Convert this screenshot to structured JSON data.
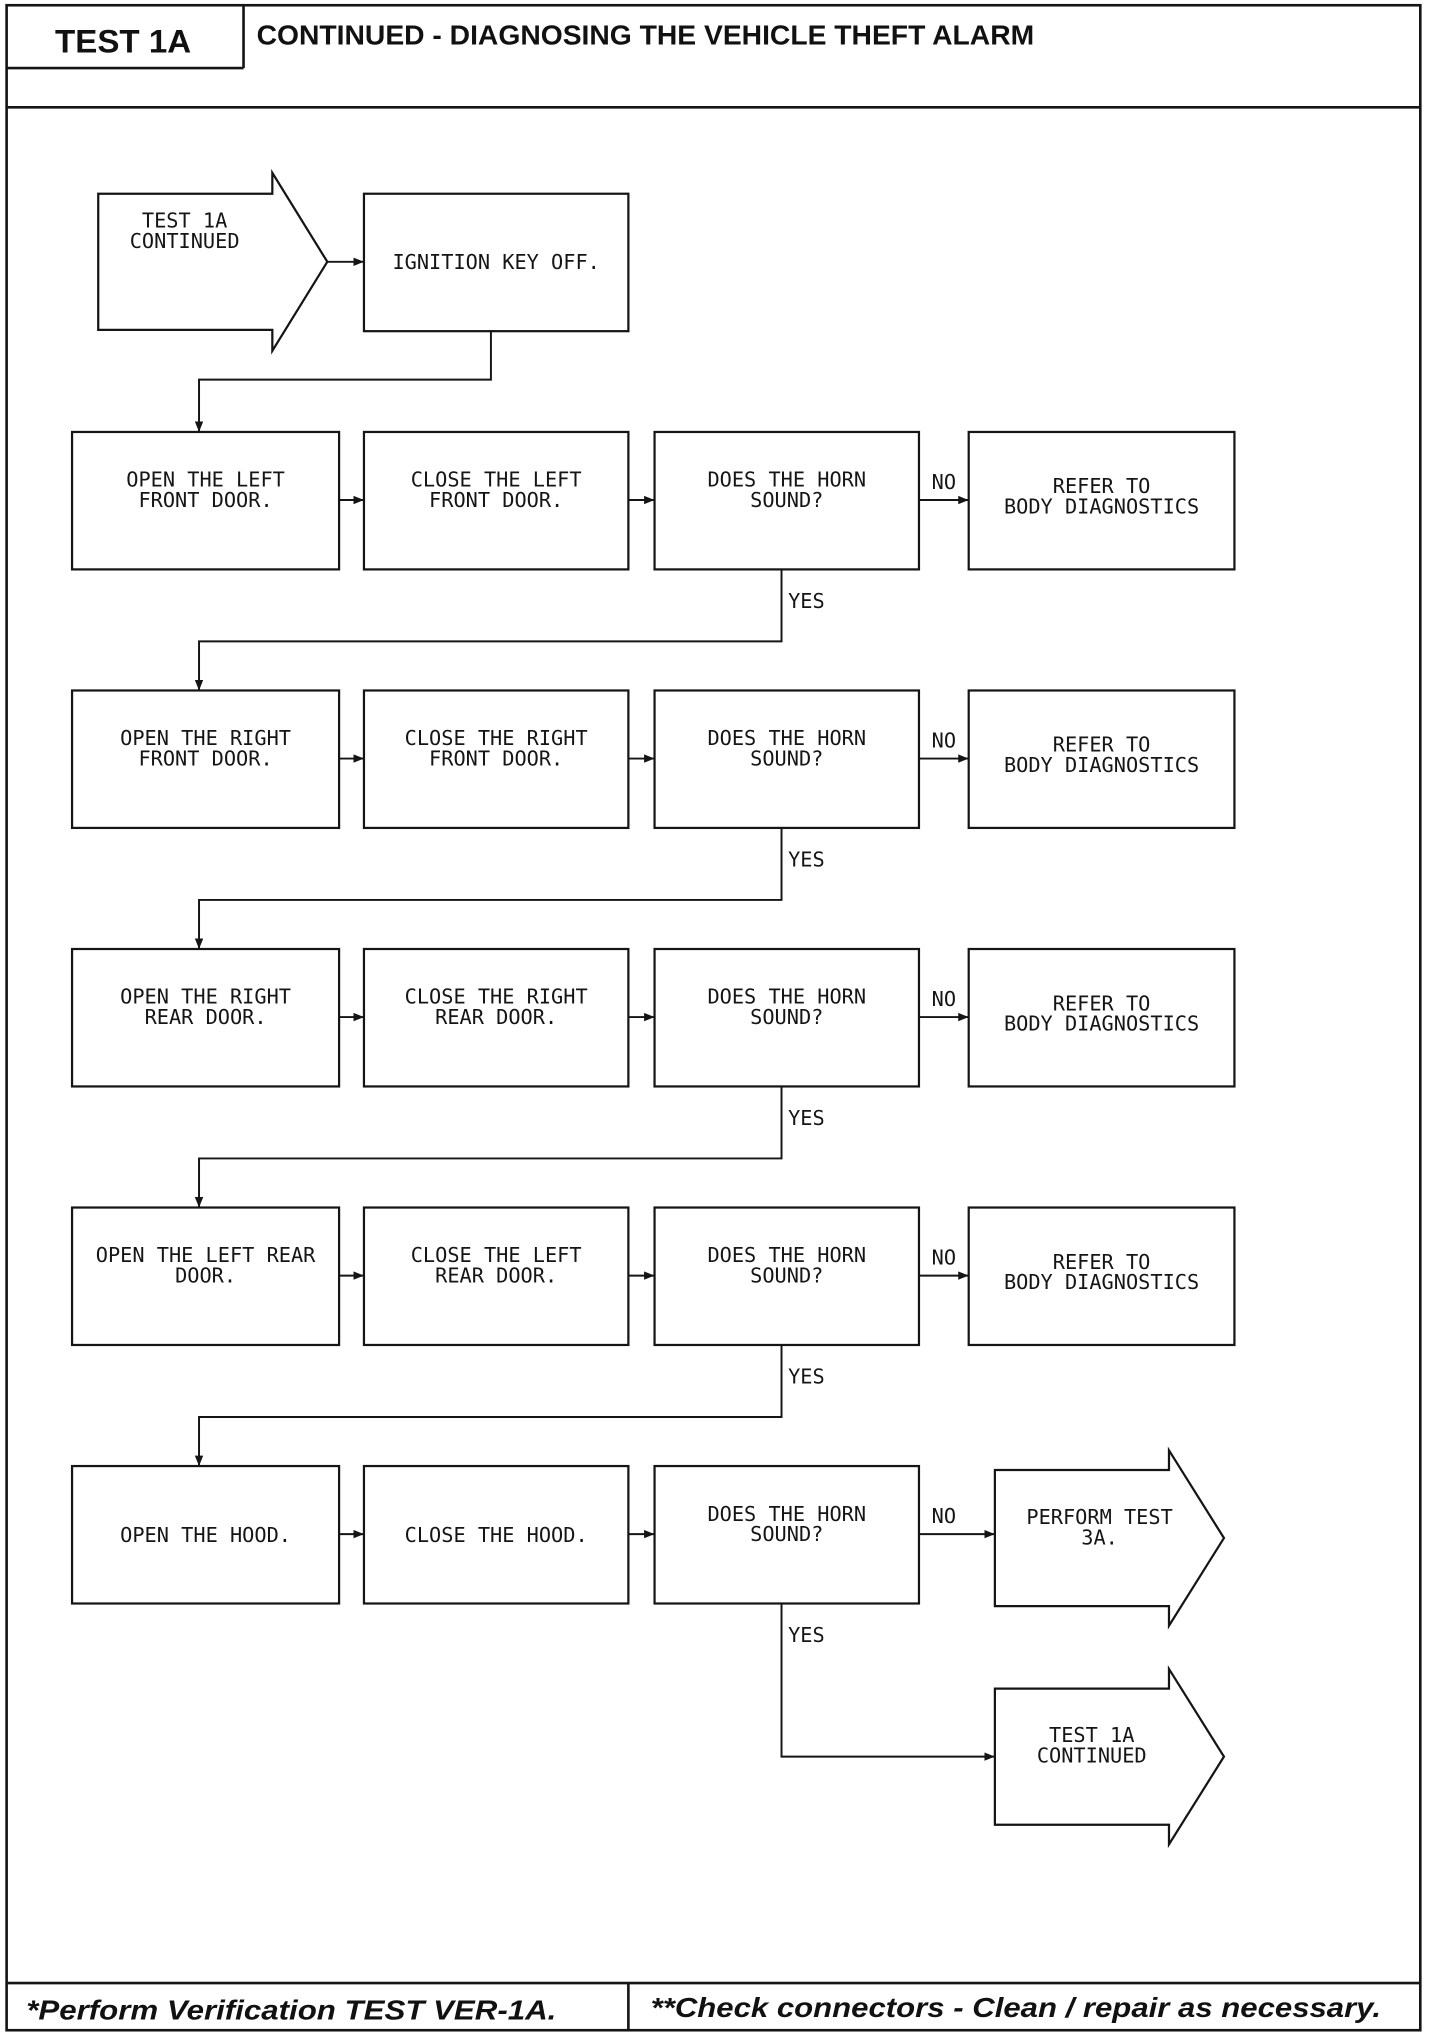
{
  "header": {
    "test_label": "TEST 1A",
    "title": "CONTINUED - DIAGNOSING THE VEHICLE THEFT ALARM"
  },
  "flowchart": {
    "start": [
      "TEST 1A",
      "CONTINUED"
    ],
    "first_step": [
      "IGNITION KEY OFF."
    ],
    "rows": [
      {
        "open": [
          "OPEN THE LEFT",
          "FRONT DOOR."
        ],
        "close": [
          "CLOSE THE LEFT",
          "FRONT DOOR."
        ],
        "question": [
          "DOES THE HORN",
          "SOUND?"
        ],
        "no_label": "NO",
        "no_result": [
          "REFER TO",
          "BODY DIAGNOSTICS"
        ],
        "yes_label": "YES"
      },
      {
        "open": [
          "OPEN THE RIGHT",
          "FRONT DOOR."
        ],
        "close": [
          "CLOSE THE RIGHT",
          "FRONT DOOR."
        ],
        "question": [
          "DOES THE HORN",
          "SOUND?"
        ],
        "no_label": "NO",
        "no_result": [
          "REFER TO",
          "BODY DIAGNOSTICS"
        ],
        "yes_label": "YES"
      },
      {
        "open": [
          "OPEN THE RIGHT",
          "REAR DOOR."
        ],
        "close": [
          "CLOSE THE RIGHT",
          "REAR DOOR."
        ],
        "question": [
          "DOES THE HORN",
          "SOUND?"
        ],
        "no_label": "NO",
        "no_result": [
          "REFER TO",
          "BODY DIAGNOSTICS"
        ],
        "yes_label": "YES"
      },
      {
        "open": [
          "OPEN THE LEFT REAR",
          "DOOR."
        ],
        "close": [
          "CLOSE THE LEFT",
          "REAR DOOR."
        ],
        "question": [
          "DOES THE HORN",
          "SOUND?"
        ],
        "no_label": "NO",
        "no_result": [
          "REFER TO",
          "BODY DIAGNOSTICS"
        ],
        "yes_label": "YES"
      },
      {
        "open": [
          "OPEN THE HOOD."
        ],
        "close": [
          "CLOSE THE HOOD."
        ],
        "question": [
          "DOES THE HORN",
          "SOUND?"
        ],
        "no_label": "NO",
        "no_result": [
          "PERFORM TEST",
          "3A."
        ],
        "yes_label": "YES"
      }
    ],
    "end": [
      "TEST 1A",
      "CONTINUED"
    ]
  },
  "footer": {
    "left_note": "*Perform Verification TEST VER-1A.",
    "right_note": "**Check connectors - Clean / repair as necessary."
  }
}
